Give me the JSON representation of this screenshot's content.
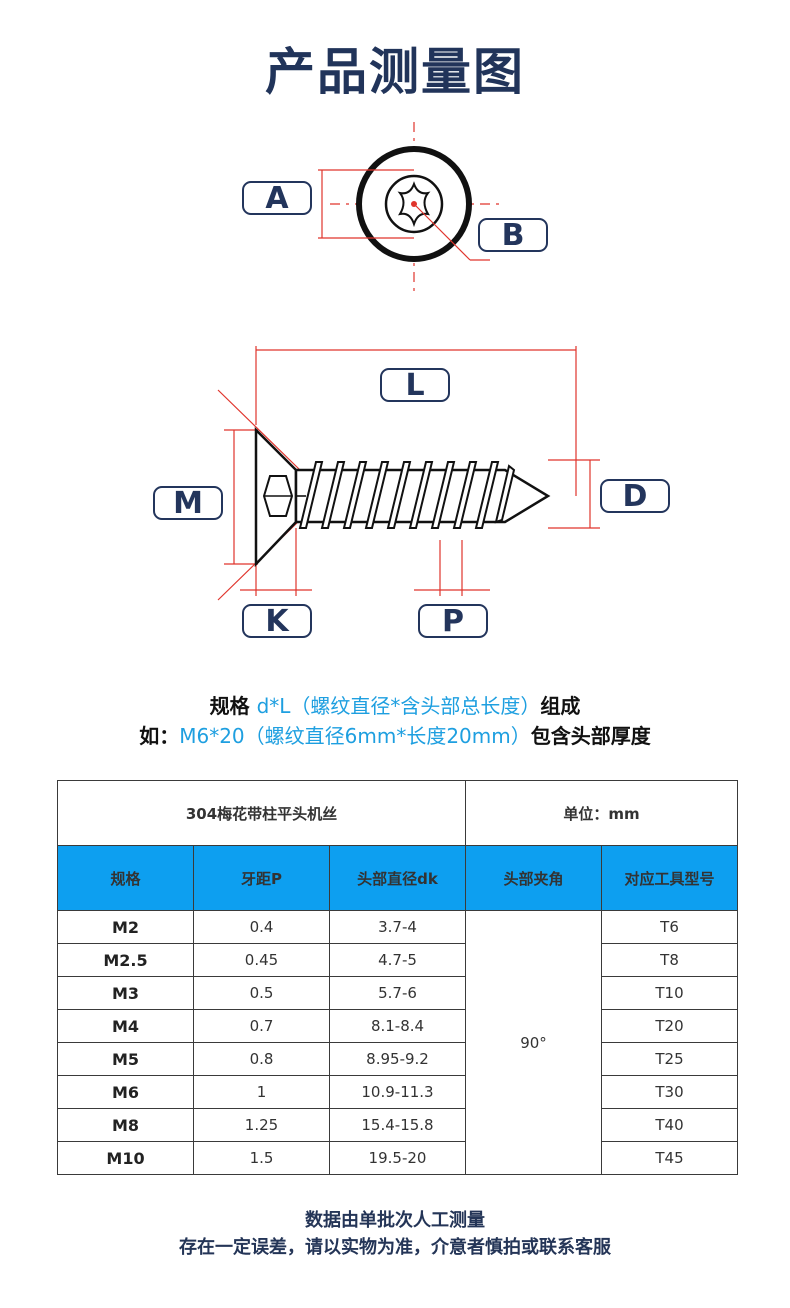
{
  "title": "产品测量图",
  "labels": {
    "A": "A",
    "B": "B",
    "L": "L",
    "M": "M",
    "D": "D",
    "K": "K",
    "P": "P"
  },
  "spec_line1": {
    "prefix": "规格 ",
    "highlight": "d*L（螺纹直径*含头部总长度）",
    "suffix": "组成"
  },
  "spec_line2": {
    "prefix": "如：",
    "highlight": "M6*20（螺纹直径6mm*长度20mm）",
    "suffix": "包含头部厚度"
  },
  "table": {
    "product_name": "304梅花带柱平头机丝",
    "unit": "单位：mm",
    "columns": [
      "规格",
      "牙距P",
      "头部直径dk",
      "头部夹角",
      "对应工具型号"
    ],
    "angle": "90°",
    "rows": [
      {
        "size": "M2",
        "pitch": "0.4",
        "head": "3.7-4",
        "tool": "T6"
      },
      {
        "size": "M2.5",
        "pitch": "0.45",
        "head": "4.7-5",
        "tool": "T8"
      },
      {
        "size": "M3",
        "pitch": "0.5",
        "head": "5.7-6",
        "tool": "T10"
      },
      {
        "size": "M4",
        "pitch": "0.7",
        "head": "8.1-8.4",
        "tool": "T20"
      },
      {
        "size": "M5",
        "pitch": "0.8",
        "head": "8.95-9.2",
        "tool": "T25"
      },
      {
        "size": "M6",
        "pitch": "1",
        "head": "10.9-11.3",
        "tool": "T30"
      },
      {
        "size": "M8",
        "pitch": "1.25",
        "head": "15.4-15.8",
        "tool": "T40"
      },
      {
        "size": "M10",
        "pitch": "1.5",
        "head": "19.5-20",
        "tool": "T45"
      }
    ]
  },
  "footer_line1": "数据由单批次人工测量",
  "footer_line2": "存在一定误差，请以实物为准，介意者慎拍或联系客服",
  "colors": {
    "navy": "#23355c",
    "blue_header": "#0d9ff0",
    "highlight": "#1e9fe0",
    "dim_line": "#e0342c"
  }
}
